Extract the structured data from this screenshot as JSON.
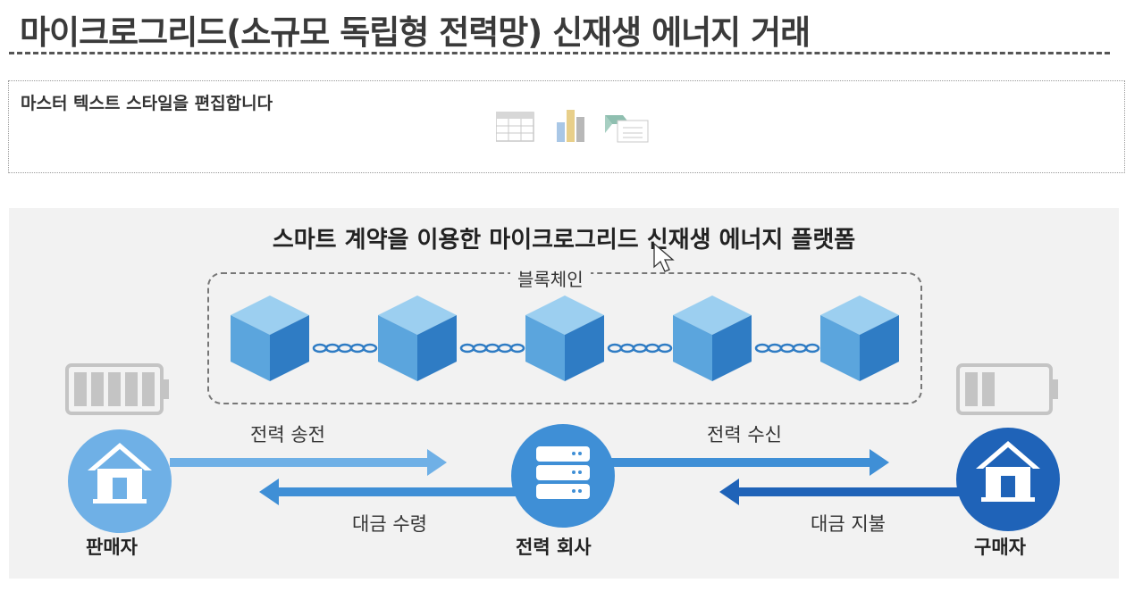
{
  "slide": {
    "title": "마이크로그리드(소규모 독립형 전력망) 신재생 에너지 거래",
    "placeholder_text": "마스터 텍스트 스타일을 편집합니다"
  },
  "insert_icons": [
    "table-icon",
    "chart-icon",
    "smartart-icon"
  ],
  "diagram": {
    "title": "스마트 계약을 이용한 마이크로그리드 신재생 에너지 플랫폼",
    "blockchain_label": "블록체인",
    "seller_label": "판매자",
    "company_label": "전력 회사",
    "buyer_label": "구매자",
    "flow_power_send": "전력 송전",
    "flow_payment_receive": "대금 수령",
    "flow_power_receive": "전력 수신",
    "flow_payment_pay": "대금 지불",
    "seller_battery_level": 1.0,
    "buyer_battery_level": 0.4
  },
  "colors": {
    "light_blue": "#6fb0e6",
    "mid_blue": "#3f8fd6",
    "dark_blue": "#1f63b8",
    "cube_top": "#9ccff0",
    "cube_left": "#5ba5dd",
    "cube_right": "#2f7cc4",
    "battery_gray": "#c4c4c4"
  }
}
